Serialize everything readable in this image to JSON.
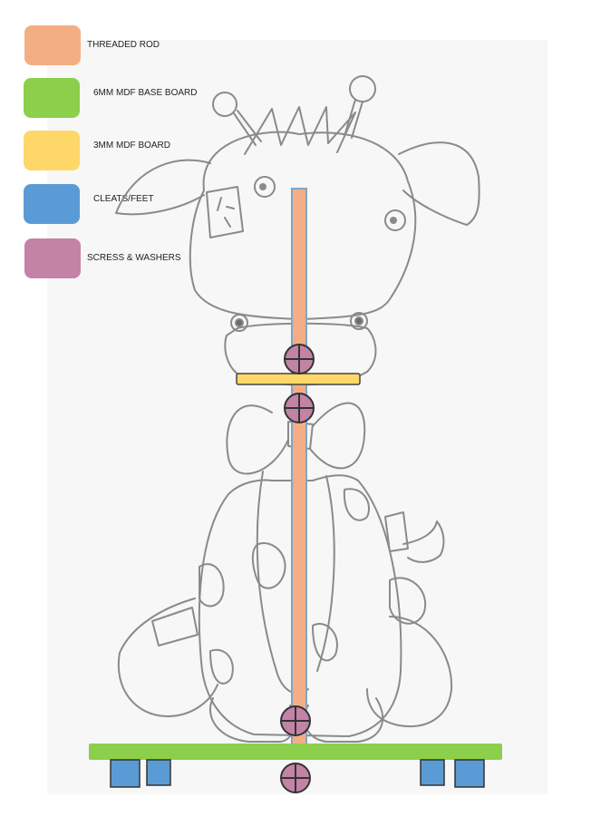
{
  "legend": [
    {
      "label": "THREADED ROD",
      "color": "#f4ae84"
    },
    {
      "label": "6MM MDF BASE BOARD",
      "color": "#8ccf4b"
    },
    {
      "label": "3MM MDF BOARD",
      "color": "#fdd868"
    },
    {
      "label": "CLEATS/FEET",
      "color": "#5b9bd5"
    },
    {
      "label": "SCRESS & WASHERS",
      "color": "#c383a5"
    }
  ],
  "colors": {
    "sketch_line": "#8a8a8a",
    "rod_outline": "#7fa6c9",
    "paper": "#f7f7f7",
    "cleat_outline": "#333333",
    "screw_outline": "#333333"
  },
  "drawing": {
    "subject": "giraffe-sketch-icon"
  }
}
